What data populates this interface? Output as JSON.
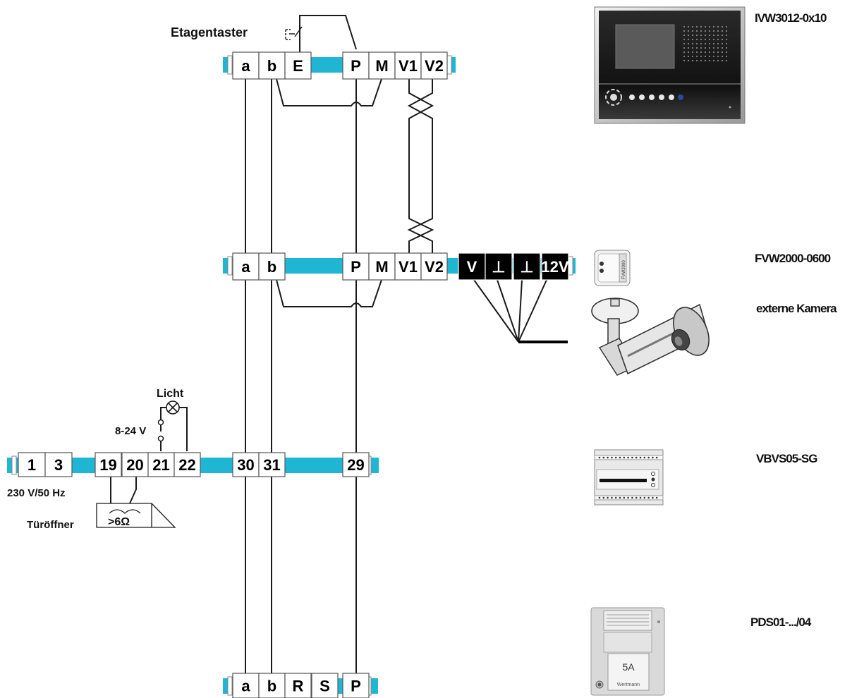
{
  "labels": {
    "etagentaster": "Etagentaster",
    "licht": "Licht",
    "voltage": "8-24 V",
    "mains": "230 V/50 Hz",
    "tueroeffner": "Türöffner",
    "resistance": ">6Ω"
  },
  "devices": {
    "monitor": "IVW3012-0x10",
    "video_module": "FVW2000-0600",
    "camera": "externe Kamera",
    "power_supply": "VBVS05-SG",
    "door_station": "PDS01-.../04"
  },
  "door_station_plate": {
    "number": "5A",
    "name": "Wertmann"
  },
  "video_module_badge": "FVW2000",
  "terminal_rows": {
    "monitor": [
      "a",
      "b",
      "E",
      "P",
      "M",
      "V1",
      "V2"
    ],
    "module": [
      "a",
      "b",
      "P",
      "M",
      "V1",
      "V2"
    ],
    "module_camera": [
      "V",
      "⊥",
      "⊥",
      "12V"
    ],
    "supply_left": [
      "1",
      "3"
    ],
    "supply_mid": [
      "19",
      "20",
      "21",
      "22"
    ],
    "supply_right": [
      "30",
      "31",
      "29"
    ],
    "door": [
      "a",
      "b",
      "R",
      "S",
      "P"
    ]
  },
  "colors": {
    "rail": "#1fb6d4",
    "terminal_bg": "#ffffff",
    "camera_terminal_bg": "#000000",
    "wire": "#1a1a1a"
  }
}
